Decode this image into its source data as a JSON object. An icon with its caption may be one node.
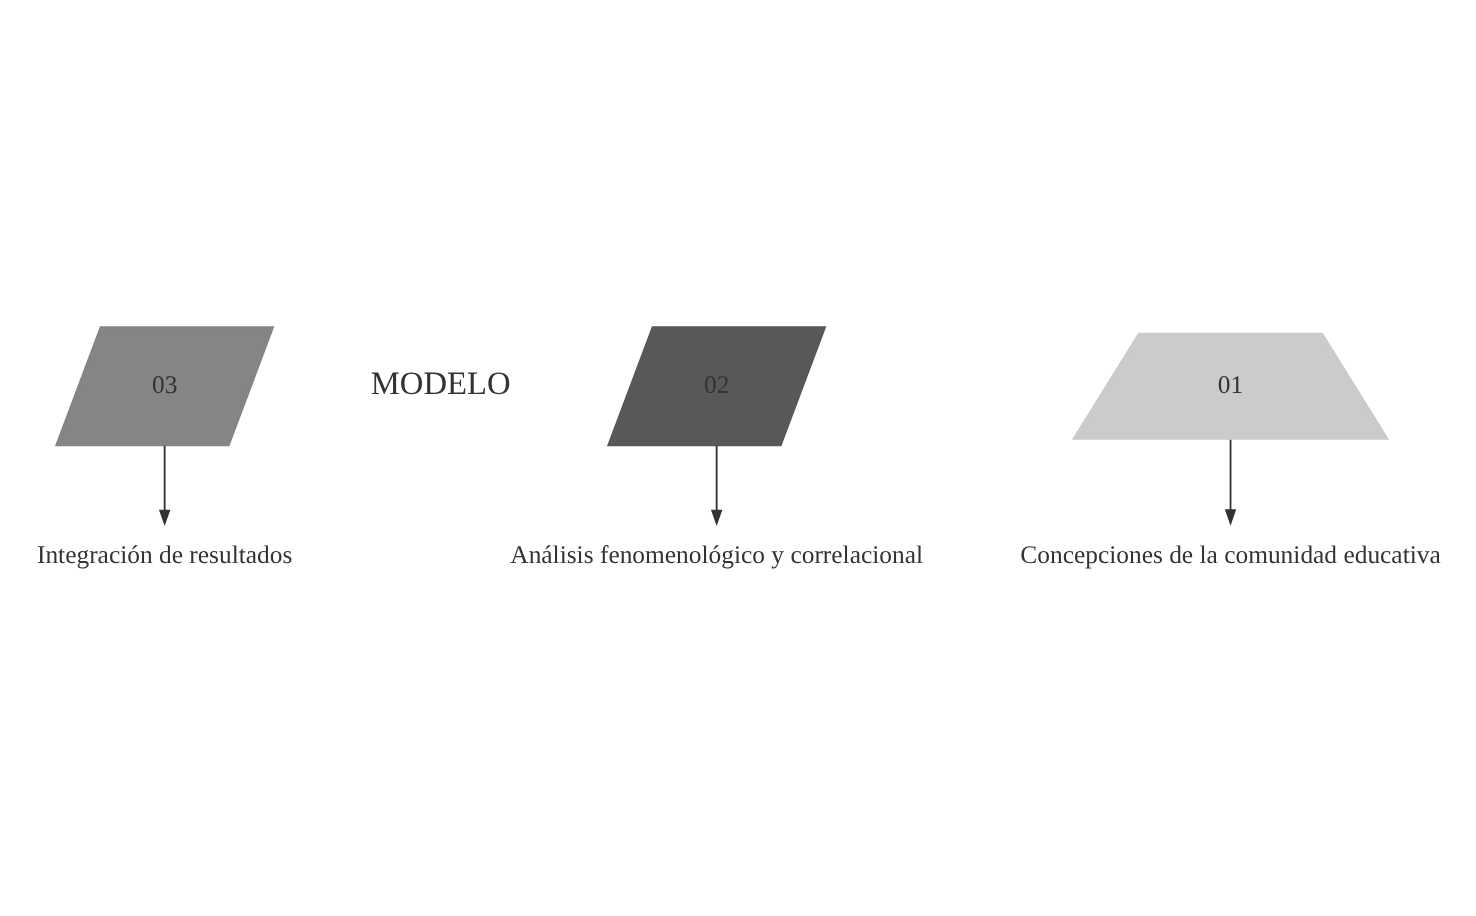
{
  "diagram": {
    "nodes": [
      {
        "text": [
          "03"
        ]
      },
      {
        "text": [
          "Integración de resultados"
        ]
      },
      {
        "text": [
          "02"
        ]
      },
      {
        "text": [
          "Análisis fenomenológico y correlacional"
        ]
      },
      {
        "text": [
          "01"
        ]
      },
      {
        "text": [
          "Concepciones de la comunidad educativa"
        ]
      }
    ],
    "edges": [
      {
        "from": 0,
        "to": 1,
        "arrow": "to"
      },
      {
        "from": 2,
        "to": 3,
        "arrow": "to"
      },
      {
        "from": 4,
        "to": 5,
        "arrow": "to"
      }
    ],
    "labels": [
      "MODELO"
    ]
  }
}
